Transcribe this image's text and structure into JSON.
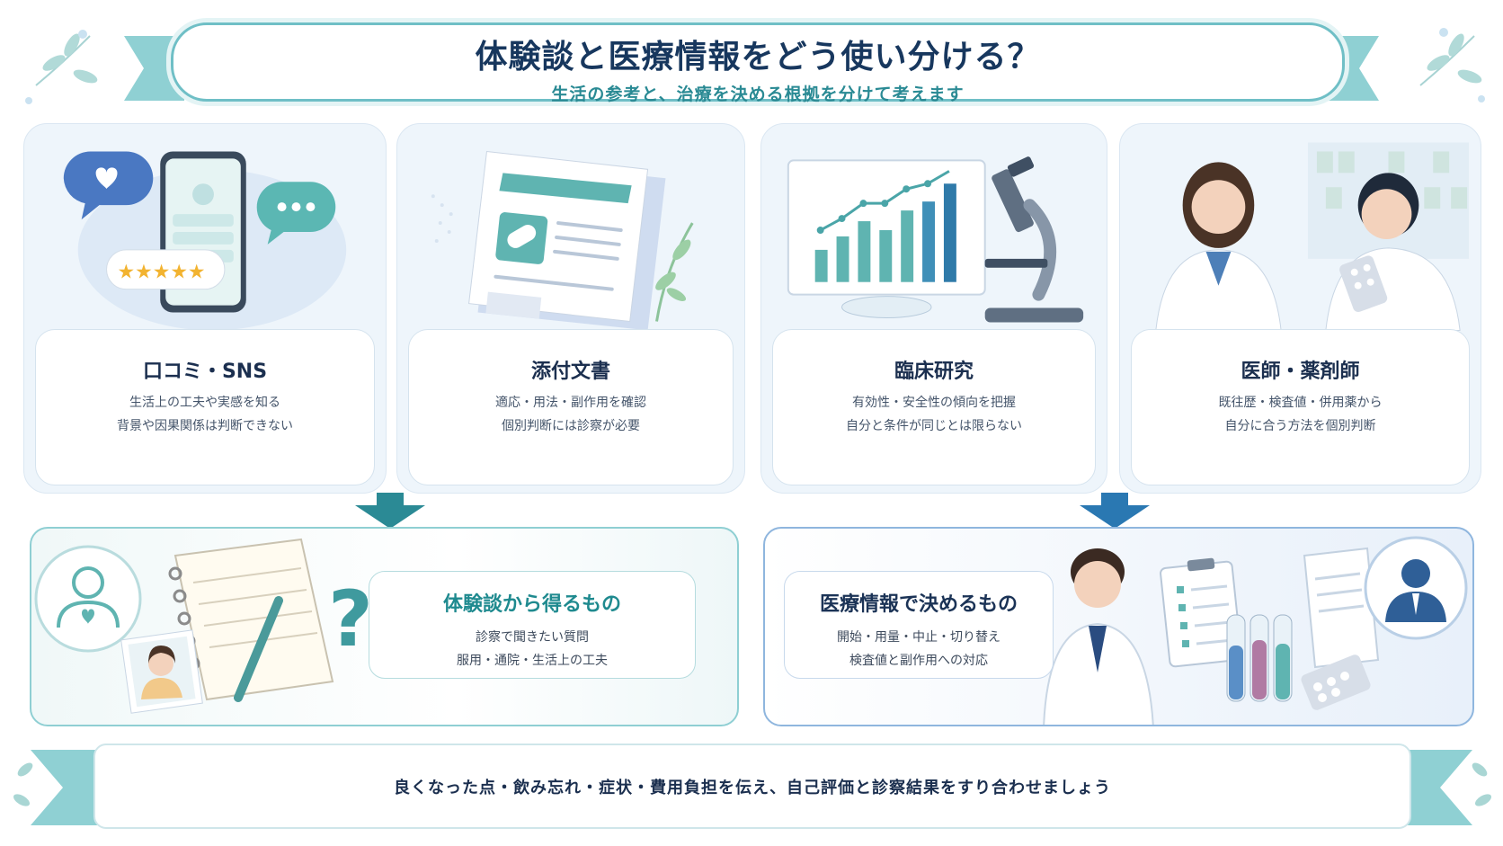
{
  "header": {
    "title": "体験談と医療情報をどう使い分ける？",
    "subtitle": "生活の参考と、治療を決める根拠を分けて考えます"
  },
  "sources": [
    {
      "title": "口コミ・SNS",
      "lines": [
        "生活上の工夫や実感を知る",
        "背景や因果関係は判断できない"
      ]
    },
    {
      "title": "添付文書",
      "lines": [
        "適応・用法・副作用を確認",
        "個別判断には診察が必要"
      ]
    },
    {
      "title": "臨床研究",
      "lines": [
        "有効性・安全性の傾向を把握",
        "自分と条件が同じとは限らない"
      ]
    },
    {
      "title": "医師・薬剤師",
      "lines": [
        "既往歴・検査値・併用薬から",
        "自分に合う方法を個別判断"
      ]
    }
  ],
  "outcomes": {
    "experience": {
      "title": "体験談から得るもの",
      "lines": [
        "診察で聞きたい質問",
        "服用・通院・生活上の工夫"
      ]
    },
    "medical": {
      "title": "医療情報で決めるもの",
      "lines": [
        "開始・用量・中止・切り替え",
        "検査値と副作用への対応"
      ]
    }
  },
  "footer": {
    "text": "良くなった点・飲み忘れ・症状・費用負担を伝え、自己評価と診察結果をすり合わせましょう"
  },
  "colors": {
    "teal": "#2a8a94",
    "navy": "#17375e",
    "arrow_teal": "#2b8a95",
    "arrow_blue": "#2a78b2"
  }
}
